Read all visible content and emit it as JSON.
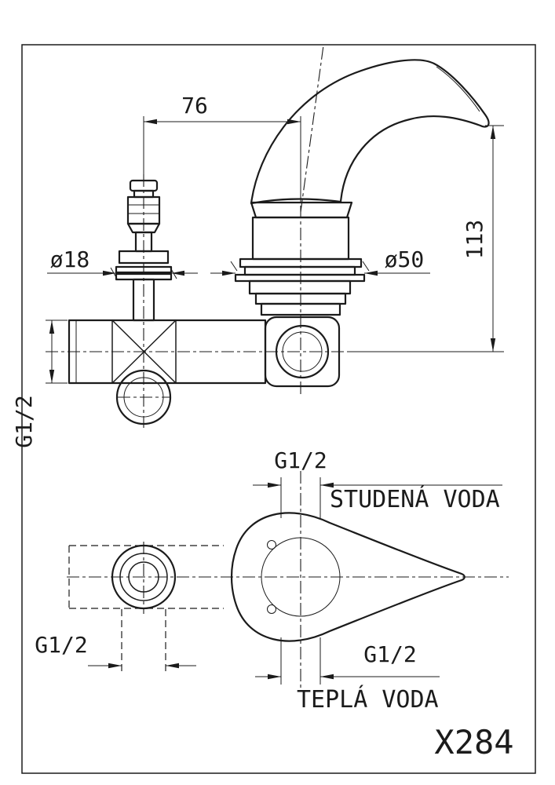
{
  "drawing": {
    "model": "X284",
    "side_view": {
      "dim_width": "76",
      "dim_height": "113",
      "dia_small": "ø18",
      "dia_large": "ø50",
      "thread_left": "G1/2"
    },
    "plan_view": {
      "thread_top": "G1/2",
      "thread_bottom_left": "G1/2",
      "thread_bottom_right": "G1/2",
      "cold_water": "STUDENÁ VODA",
      "hot_water": "TEPLÁ VODA"
    },
    "colors": {
      "line": "#1b1b1b",
      "background": "#ffffff"
    }
  }
}
